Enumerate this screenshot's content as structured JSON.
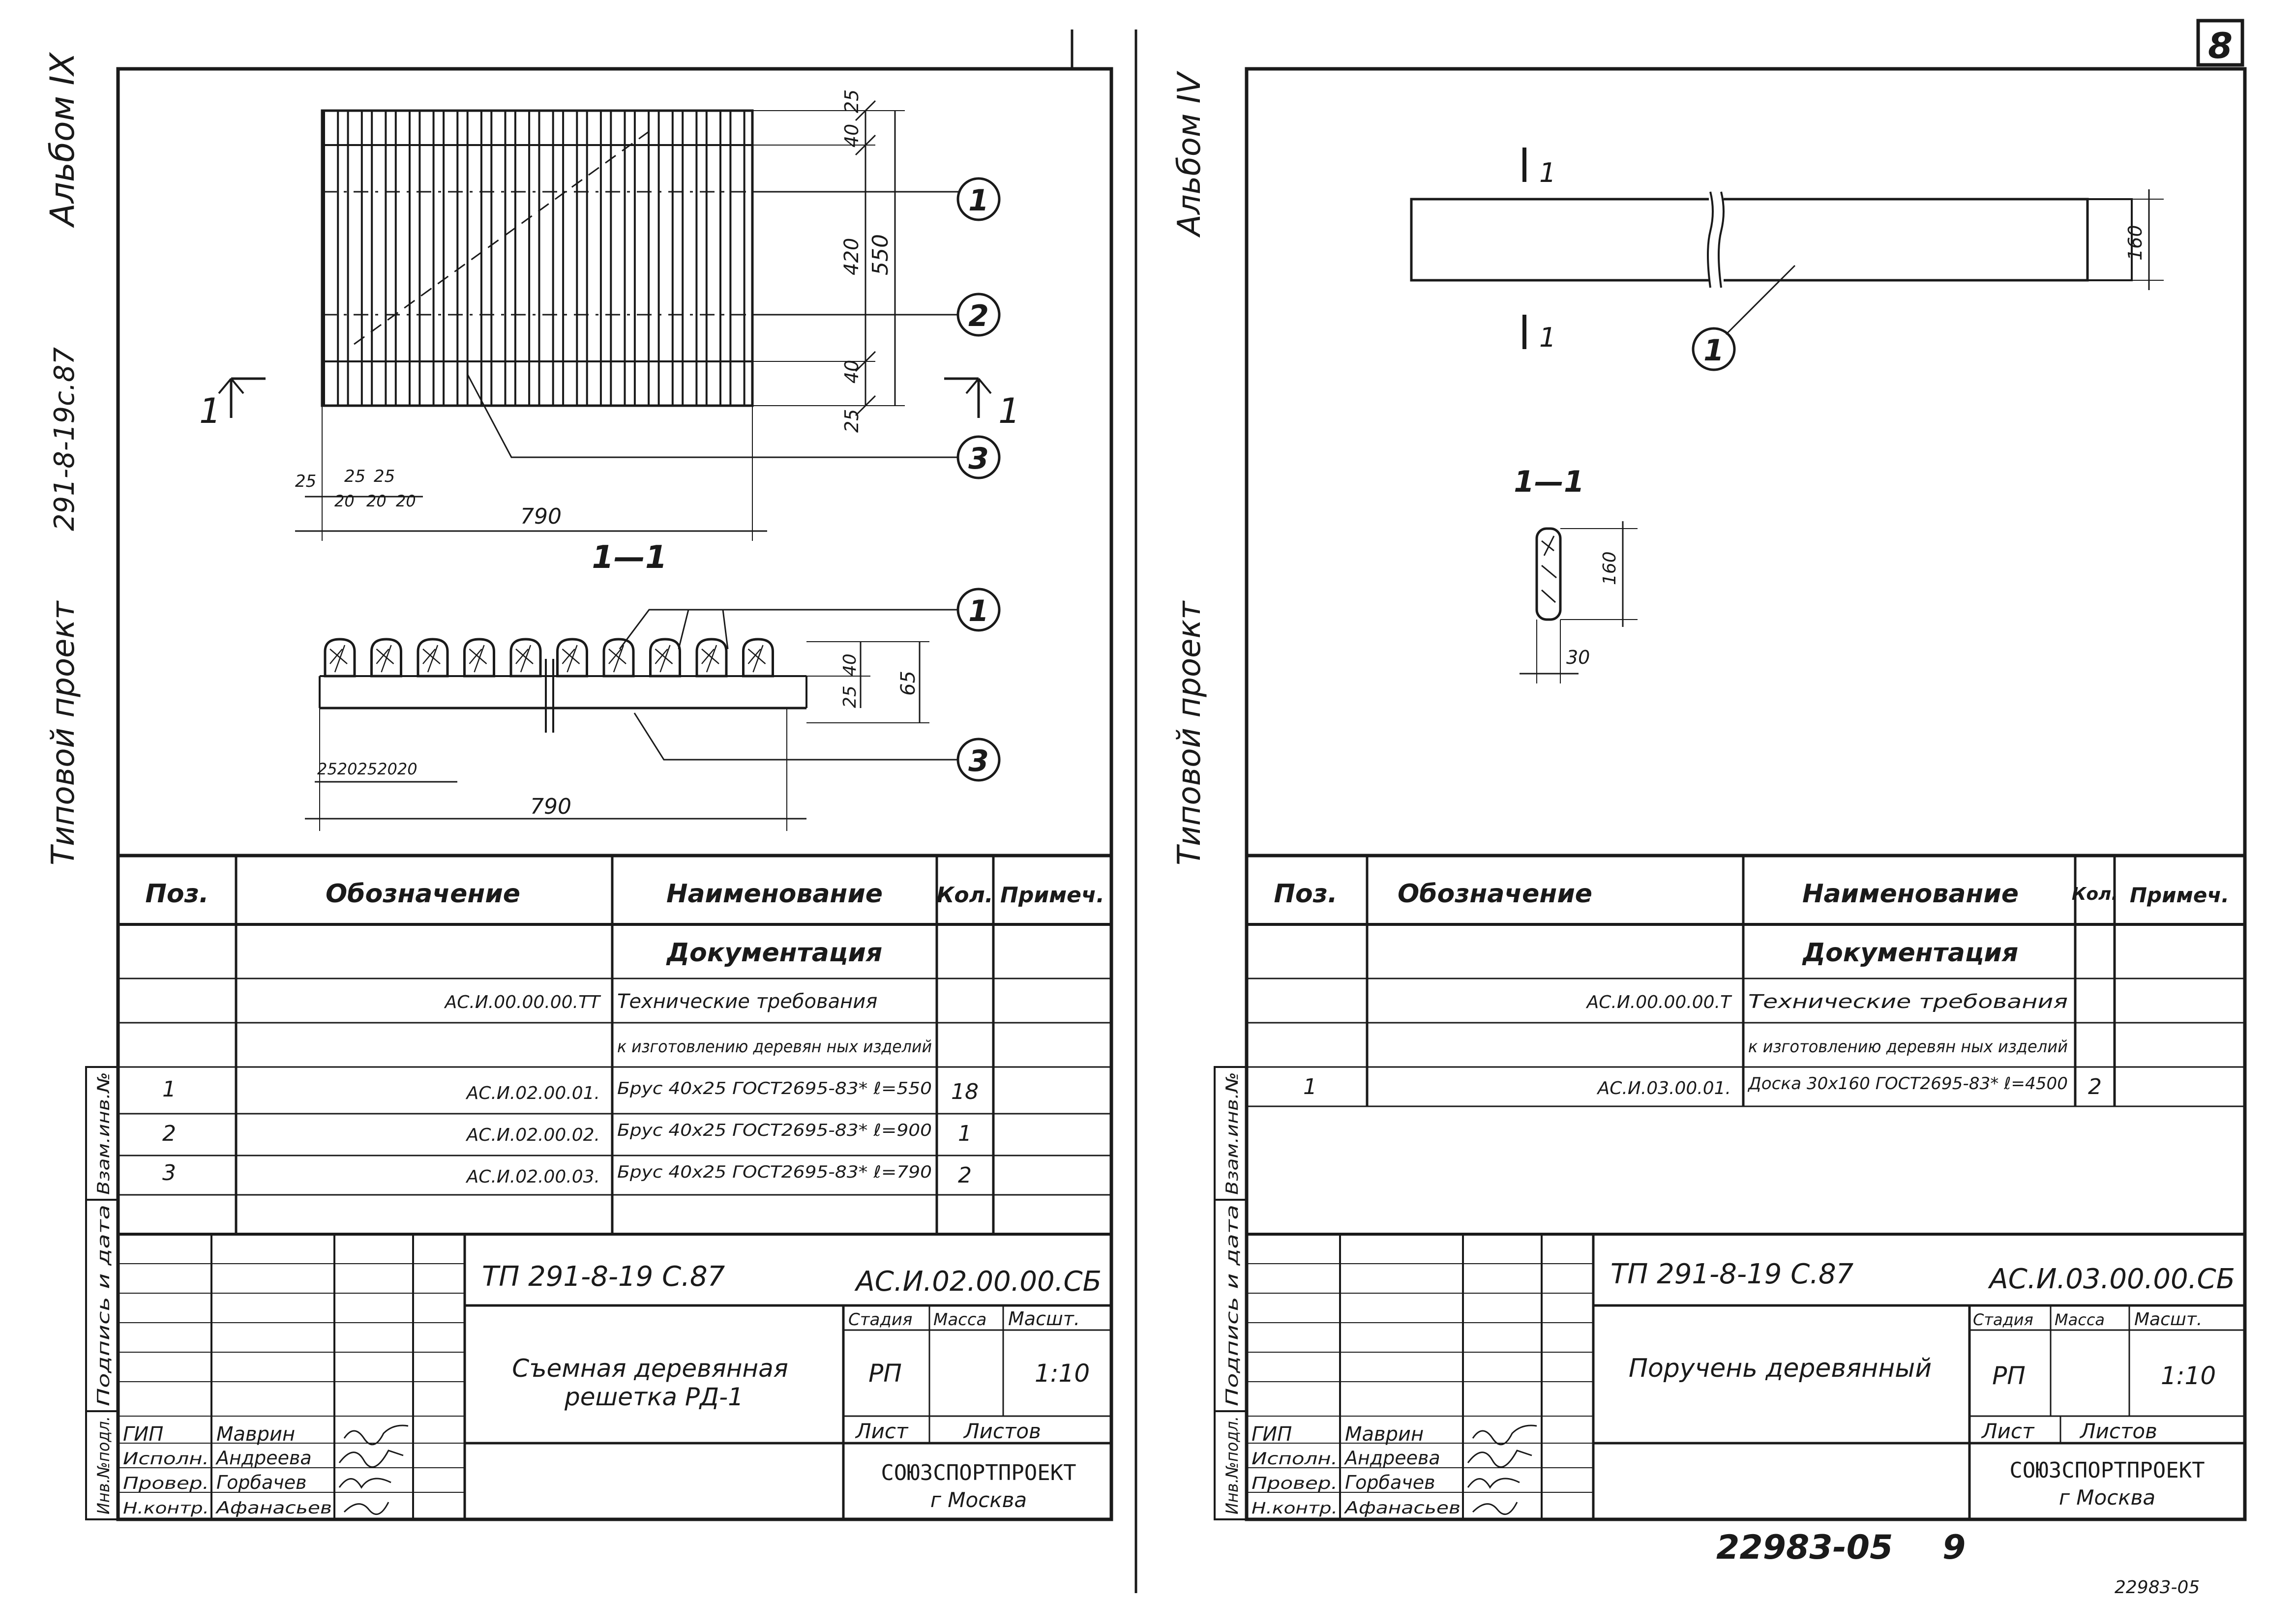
{
  "page_number": "8",
  "bottom_stamp": "22983-05",
  "bottom_page": "9",
  "bottom_right_faint": "22983-05",
  "left_sheet": {
    "side_album": "Альбом IX",
    "side_code": "291-8-19с.87",
    "side_title": "Типовой проект",
    "section_label": "1—1",
    "section_arrow_left": "1",
    "section_arrow_right": "1",
    "dims": {
      "top_25": "25",
      "top_40": "40",
      "height_420": "420",
      "height_550": "550",
      "bot_40": "40",
      "bot_25": "25",
      "w_25a": "25",
      "w_25b": "25",
      "w_25c": "25",
      "w_20a": "20",
      "w_20b": "20",
      "w_20c": "20",
      "width_790": "790",
      "sec_25": "25",
      "sec_40": "40",
      "sec_65": "65",
      "sec_bottom_chain": "2520252020",
      "sec_width_790": "790"
    },
    "callouts": [
      "1",
      "2",
      "3",
      "1",
      "3"
    ],
    "spec": {
      "headers": [
        "Поз.",
        "Обозначение",
        "Наименование",
        "Кол.",
        "Примеч."
      ],
      "section": "Документация",
      "rows": [
        {
          "pos": "",
          "code": "АС.И.00.00.00.ТТ",
          "name": "Технические требования",
          "qty": ""
        },
        {
          "pos": "",
          "code": "",
          "name": "к изготовлению деревян ных изделий",
          "qty": ""
        },
        {
          "pos": "1",
          "code": "АС.И.02.00.01.",
          "name": "Брус 40х25 ГОСТ2695-83* ℓ=550",
          "qty": "18"
        },
        {
          "pos": "2",
          "code": "АС.И.02.00.02.",
          "name": "Брус 40х25 ГОСТ2695-83* ℓ=900",
          "qty": "1"
        },
        {
          "pos": "3",
          "code": "АС.И.02.00.03.",
          "name": "Брус 40х25 ГОСТ2695-83* ℓ=790",
          "qty": "2"
        }
      ]
    },
    "stamp_side": {
      "inv": "Инв.№подл.",
      "sign": "Подпись и дата",
      "vzam": "Взам.инв.№"
    },
    "title_block": {
      "project": "ТП 291-8-19 С.87",
      "doc_code": "АС.И.02.00.00.СБ",
      "name": "Съемная деревянная решетка РД-1",
      "stage_label": "Стадия",
      "mass_label": "Масса",
      "scale_label": "Масшт.",
      "stage": "РП",
      "scale": "1:10",
      "sheet_label": "Лист",
      "sheets_label": "Листов",
      "org": "СОЮЗСПОРТПРОЕКТ",
      "city": "г Москва",
      "people": [
        {
          "role": "ГИП",
          "name": "Маврин"
        },
        {
          "role": "Исполн.",
          "name": "Андреева"
        },
        {
          "role": "Провер.",
          "name": "Горбачев"
        },
        {
          "role": "Н.контр.",
          "name": "Афанасьев"
        }
      ]
    }
  },
  "right_sheet": {
    "side_album": "Альбом IV",
    "side_title": "Типовой проект",
    "section_mark_top": "1",
    "section_mark_bottom": "1",
    "section_label": "1—1",
    "dims": {
      "height_160": "160",
      "sec_160": "160",
      "sec_30": "30"
    },
    "callouts": [
      "1"
    ],
    "spec": {
      "headers": [
        "Поз.",
        "Обозначение",
        "Наименование",
        "Кол.",
        "Примеч."
      ],
      "section": "Документация",
      "rows": [
        {
          "pos": "",
          "code": "АС.И.00.00.00.Т",
          "name": "Технические требования",
          "qty": ""
        },
        {
          "pos": "",
          "code": "",
          "name": "к изготовлению деревян ных изделий",
          "qty": ""
        },
        {
          "pos": "1",
          "code": "АС.И.03.00.01.",
          "name": "Доска 30х160 ГОСТ2695-83* ℓ=4500",
          "qty": "2"
        }
      ]
    },
    "stamp_side": {
      "inv": "Инв.№подл.",
      "sign": "Подпись и дата",
      "vzam": "Взам.инв.№"
    },
    "title_block": {
      "project": "ТП 291-8-19 С.87",
      "doc_code": "АС.И.03.00.00.СБ",
      "name": "Поручень деревянный",
      "stage_label": "Стадия",
      "mass_label": "Масса",
      "scale_label": "Масшт.",
      "stage": "РП",
      "scale": "1:10",
      "sheet_label": "Лист",
      "sheets_label": "Листов",
      "org": "СОЮЗСПОРТПРОЕКТ",
      "city": "г Москва",
      "people": [
        {
          "role": "ГИП",
          "name": "Маврин"
        },
        {
          "role": "Исполн.",
          "name": "Андреева"
        },
        {
          "role": "Провер.",
          "name": "Горбачев"
        },
        {
          "role": "Н.контр.",
          "name": "Афанасьев"
        }
      ]
    }
  }
}
